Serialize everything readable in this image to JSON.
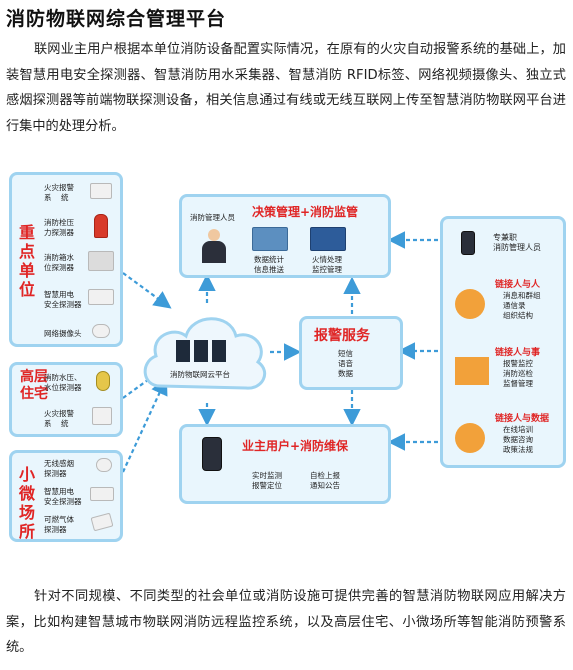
{
  "title": "消防物联网综合管理平台",
  "intro": "联网业主用户根据本单位消防设备配置实际情况，在原有的火灾自动报警系统的基础上，加装智慧用电安全探测器、智慧消防用水采集器、智慧消防 RFID标签、网络视频摄像头、独立式感烟探测器等前端物联探测设备，相关信息通过有线或无线互联网上传至智慧消防物联网平台进行集中的处理分析。",
  "outro": "针对不同规模、不同类型的社会单位或消防设施可提供完善的智慧消防物联网应用解决方案，比如构建智慧城市物联网消防远程监控系统，以及高层住宅、小微场所等智能消防预警系统。",
  "left": {
    "key_unit": {
      "label": "重点单位",
      "items": [
        "火灾报警\n系    统",
        "消防栓压\n力探测器",
        "消防箱水\n位探测器",
        "智慧用电\n安全探测器",
        "网络摄像头"
      ]
    },
    "high_rise": {
      "label": "高层住宅",
      "items": [
        "消防水压、\n水位探测器",
        "火灾报警\n系    统"
      ]
    },
    "small_venue": {
      "label": "小微场所",
      "items": [
        "无线感烟\n探测器",
        "智慧用电\n安全探测器",
        "可燃气体\n探测器"
      ]
    }
  },
  "center": {
    "top": {
      "heading": "决策管理+消防监管",
      "person": "消防管理人员",
      "col1": "数据统计\n信息推送",
      "col2": "火情处理\n监控管理"
    },
    "cloud": "消防物联网云平台",
    "alarm": {
      "heading": "报警服务",
      "items": "短信\n语音\n数据"
    },
    "bottom": {
      "heading": "业主用户+消防维保",
      "col1": "实时监测\n报警定位",
      "col2": "自检上报\n通知公告"
    }
  },
  "right": {
    "staff": "专兼职\n消防管理人员",
    "groups": [
      {
        "heading": "链接人与人",
        "items": "消息和群组\n通信录\n组织结构"
      },
      {
        "heading": "链接人与事",
        "items": "报警监控\n消防巡检\n监督管理"
      },
      {
        "heading": "链接人与数据",
        "items": "在线培训\n数据咨询\n政策法规"
      }
    ]
  },
  "colors": {
    "accent_red": "#e02525",
    "box_border": "#9fd3f0",
    "box_fill": "#e9f6fd",
    "arrow": "#3d9bd8"
  }
}
